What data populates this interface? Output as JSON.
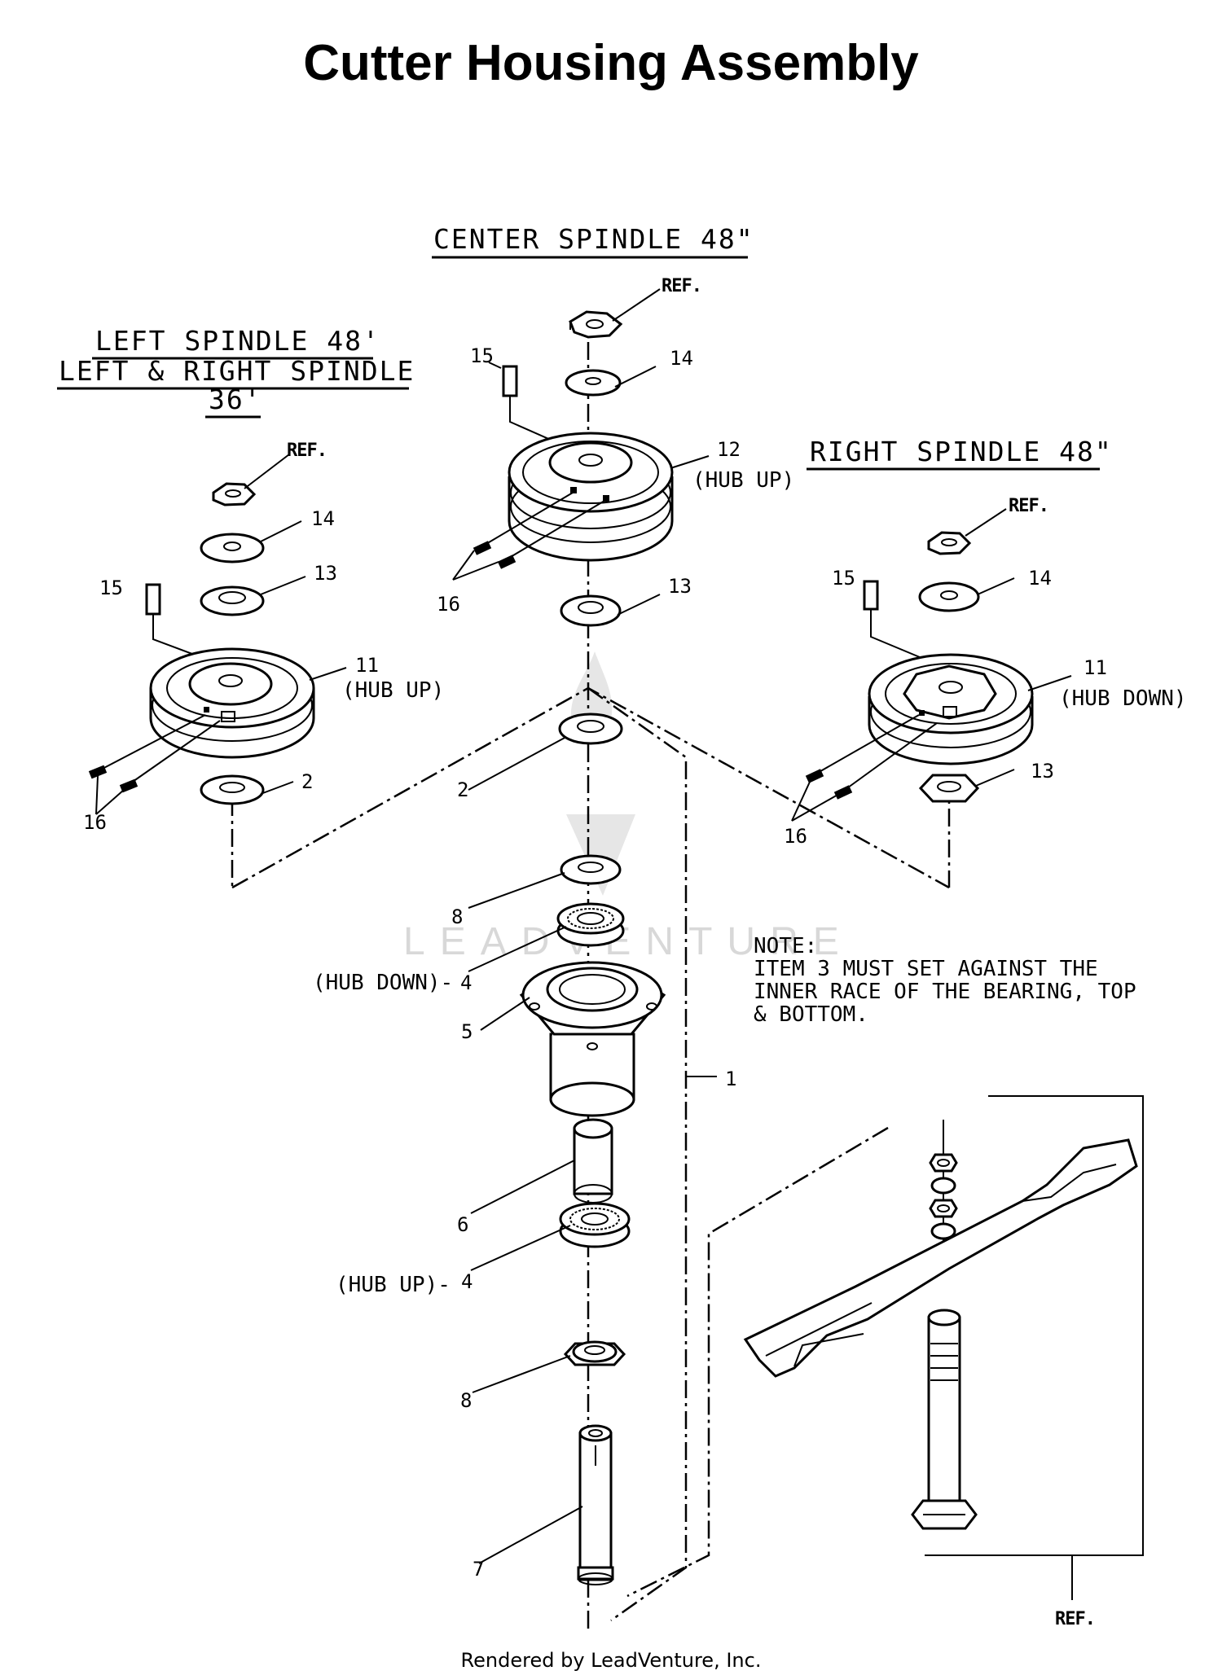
{
  "title": "Cutter Housing Assembly",
  "headers": {
    "center": "CENTER SPINDLE 48\"",
    "left_line1": "LEFT SPINDLE 48'",
    "left_line2": "LEFT & RIGHT SPINDLE",
    "left_line3": "36'",
    "right": "RIGHT SPINDLE 48\""
  },
  "callouts": {
    "ref": "REF.",
    "n1": "1",
    "n2": "2",
    "n4": "4",
    "n5": "5",
    "n6": "6",
    "n7": "7",
    "n8": "8",
    "n11": "11",
    "n12": "12",
    "n13": "13",
    "n14": "14",
    "n15": "15",
    "n16": "16",
    "hub_up": "(HUB UP)",
    "hub_down": "(HUB DOWN)",
    "hub_down_dash": "(HUB DOWN)-",
    "hub_up_dash": "(HUB UP)-"
  },
  "note": {
    "line1": "NOTE:",
    "line2": "ITEM 3 MUST SET AGAINST THE",
    "line3": "INNER RACE OF THE BEARING, TOP",
    "line4": "& BOTTOM."
  },
  "watermark": "LEADVENTURE",
  "footer": "Rendered by LeadVenture, Inc."
}
